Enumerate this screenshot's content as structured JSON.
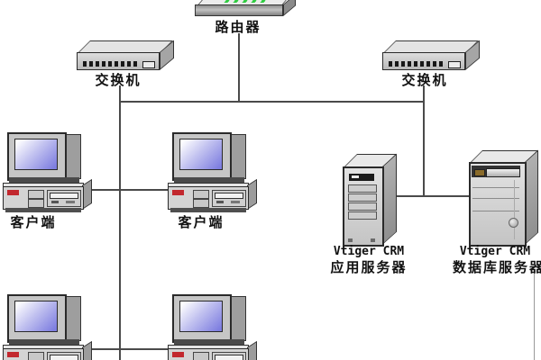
{
  "diagram": {
    "background_color": "#ffffff",
    "line_color": "#4a4a4a",
    "router": {
      "label": "路由器",
      "icon": "router-icon",
      "led_color": "#2ecc40"
    },
    "switch_left": {
      "label": "交换机",
      "icon": "switch-icon"
    },
    "switch_right": {
      "label": "交换机",
      "icon": "switch-icon"
    },
    "client_top_left": {
      "label": "客户端",
      "icon": "desktop-computer-icon"
    },
    "client_top_mid": {
      "label": "客户端",
      "icon": "desktop-computer-icon"
    },
    "client_bottom_left": {
      "icon": "desktop-computer-icon"
    },
    "client_bottom_mid": {
      "icon": "desktop-computer-icon"
    },
    "app_server": {
      "name": "Vtiger CRM",
      "role": "应用服务器",
      "icon": "tower-server-icon"
    },
    "db_server": {
      "name": "Vtiger CRM",
      "role": "数据库服务器",
      "icon": "tower-server-icon"
    },
    "colors": {
      "screen_gradient_start": "#ffffff",
      "screen_gradient_end": "#7d7de0",
      "led_green": "#2ecc40",
      "badge_red": "#c2282e",
      "device_gray": "#d4d4d4",
      "outline": "#2a2a2a"
    }
  }
}
